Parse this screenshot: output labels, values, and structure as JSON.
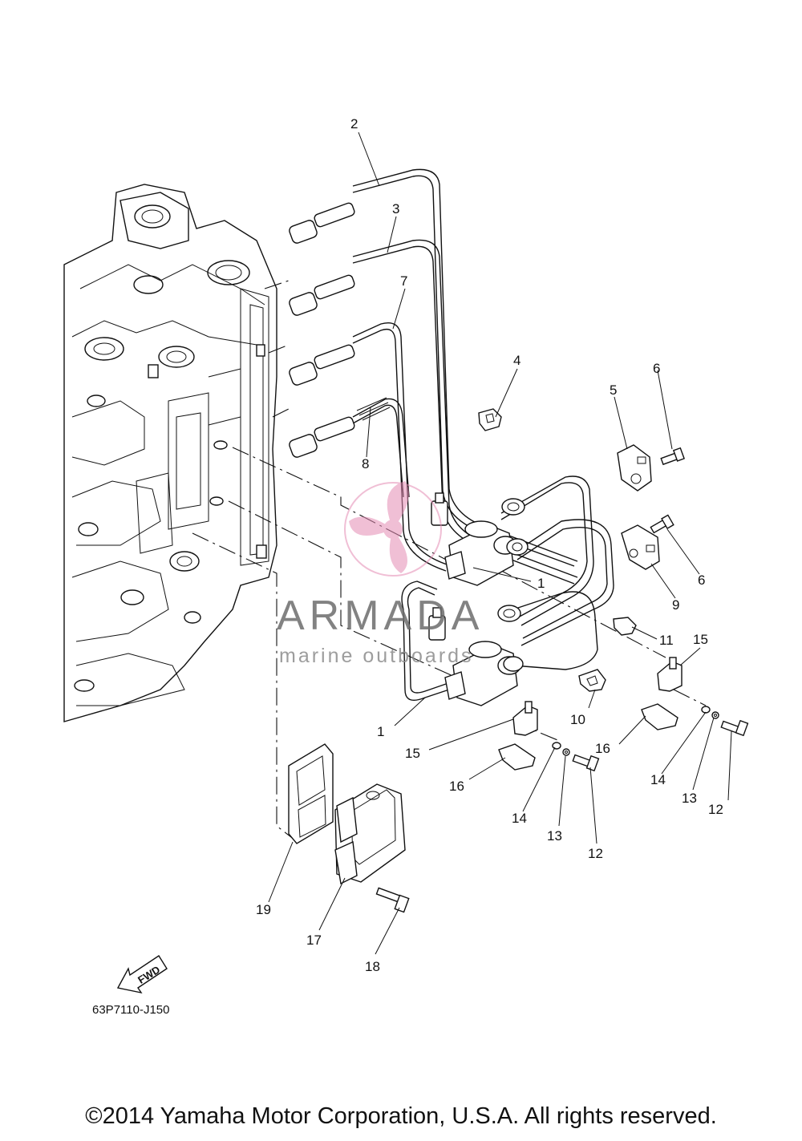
{
  "diagram_code": "63P7110-J150",
  "fwd_label": "FWD",
  "watermark": {
    "brand": "ARMADA",
    "tagline": "marine outboards"
  },
  "copyright": "©2014 Yamaha Motor Corporation, U.S.A. All rights reserved.",
  "callouts": {
    "c1a": "1",
    "c1b": "1",
    "c2": "2",
    "c3": "3",
    "c4": "4",
    "c5": "5",
    "c6a": "6",
    "c6b": "6",
    "c7": "7",
    "c8": "8",
    "c9": "9",
    "c10": "10",
    "c11": "11",
    "c12a": "12",
    "c12b": "12",
    "c13a": "13",
    "c13b": "13",
    "c14a": "14",
    "c14b": "14",
    "c15a": "15",
    "c15b": "15",
    "c16a": "16",
    "c16b": "16",
    "c17": "17",
    "c18": "18",
    "c19": "19"
  }
}
